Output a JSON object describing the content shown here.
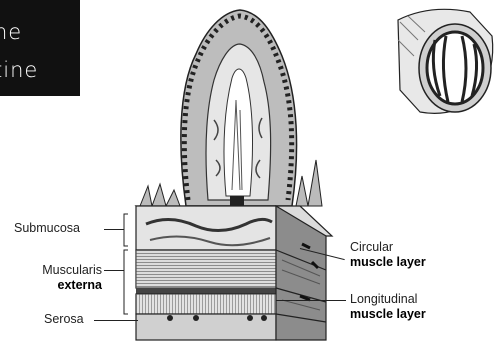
{
  "title": {
    "line1": "ne",
    "line2": "tine"
  },
  "labels": {
    "submucosa": "Submucosa",
    "muscularis_line1": "Muscularis",
    "muscularis_line2": "externa",
    "serosa": "Serosa",
    "circular_line1": "Circular",
    "circular_line2": "muscle layer",
    "longitudinal_line1": "Longitudinal",
    "longitudinal_line2": "muscle layer"
  },
  "colors": {
    "title_bg": "#111111",
    "ink": "#222222",
    "tissue_light": "#d9d9d9",
    "tissue_mid": "#9a9a9a",
    "tissue_dark": "#3a3a3a"
  }
}
